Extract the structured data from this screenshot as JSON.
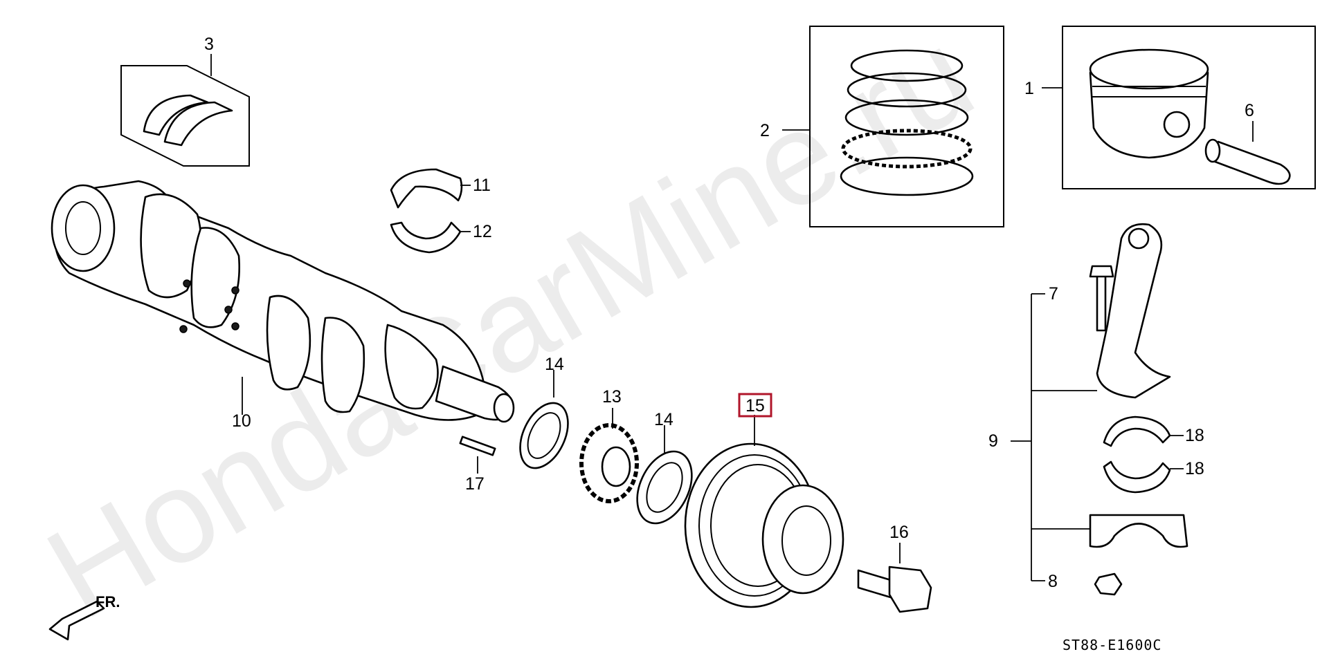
{
  "watermark": "HondaCarMine.ru",
  "diagram_code": "ST88-E1600C",
  "direction_label": "FR.",
  "callouts": {
    "c1": "1",
    "c2": "2",
    "c3": "3",
    "c6": "6",
    "c7": "7",
    "c8": "8",
    "c9": "9",
    "c10": "10",
    "c11": "11",
    "c12": "12",
    "c13": "13",
    "c14a": "14",
    "c14b": "14",
    "c15": "15",
    "c16": "16",
    "c17": "17",
    "c18a": "18",
    "c18b": "18"
  },
  "highlight_color": "#b0152a"
}
